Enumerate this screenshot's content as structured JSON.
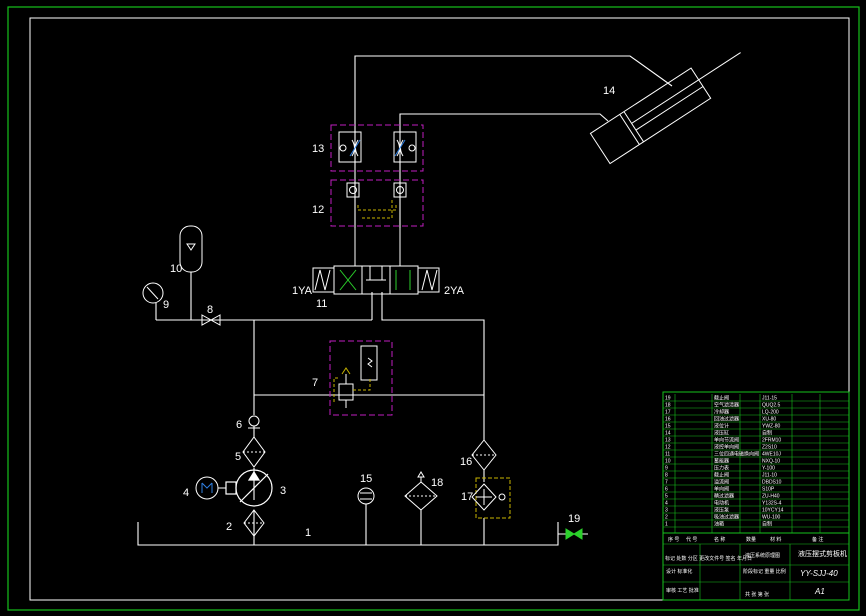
{
  "colors": {
    "background": "#000000",
    "frame": "#16c21c",
    "line": "#ffffff",
    "magenta": "#c01ec0",
    "yellow": "#c8b400",
    "green": "#2bd12b",
    "blue": "#2f7fe0"
  },
  "labels": {
    "n1": "1",
    "n2": "2",
    "n3": "3",
    "n4": "4",
    "n5": "5",
    "n6": "6",
    "n7": "7",
    "n8": "8",
    "n9": "9",
    "n10": "10",
    "n11": "11",
    "n12": "12",
    "n13": "13",
    "n14": "14",
    "n15": "15",
    "n16": "16",
    "n17": "17",
    "n18": "18",
    "n19": "19",
    "sol1": "1YA",
    "sol2": "2YA"
  },
  "title_block": {
    "drawing_title": "液压摆式剪板机",
    "drawing_number": "YY-SJJ-40",
    "sheet_size": "A1",
    "header_cells": [
      "序 号",
      "代 号",
      "名 称",
      "数量",
      "材 料",
      "备 注"
    ],
    "bom_rows": [
      {
        "no": "19",
        "name": "截止阀",
        "model": "J11-15"
      },
      {
        "no": "18",
        "name": "空气滤清器",
        "model": "QUQ2.5"
      },
      {
        "no": "17",
        "name": "冷却器",
        "model": "LQ-200"
      },
      {
        "no": "16",
        "name": "回油过滤器",
        "model": "XU-80"
      },
      {
        "no": "15",
        "name": "液位计",
        "model": "YWZ-80"
      },
      {
        "no": "14",
        "name": "液压缸",
        "model": "自制"
      },
      {
        "no": "13",
        "name": "单向节流阀",
        "model": "2FRM10"
      },
      {
        "no": "12",
        "name": "液控单向阀",
        "model": "Z2S10"
      },
      {
        "no": "11",
        "name": "三位四通电磁换向阀",
        "model": "4WE10J"
      },
      {
        "no": "10",
        "name": "蓄能器",
        "model": "NXQ-10"
      },
      {
        "no": "9",
        "name": "压力表",
        "model": "Y-100"
      },
      {
        "no": "8",
        "name": "截止阀",
        "model": "J11-10"
      },
      {
        "no": "7",
        "name": "溢流阀",
        "model": "DBDS10"
      },
      {
        "no": "6",
        "name": "单向阀",
        "model": "S10P"
      },
      {
        "no": "5",
        "name": "精过滤器",
        "model": "ZU-H40"
      },
      {
        "no": "4",
        "name": "电动机",
        "model": "Y132S-4"
      },
      {
        "no": "3",
        "name": "液压泵",
        "model": "10YCY14"
      },
      {
        "no": "2",
        "name": "吸油过滤器",
        "model": "WU-100"
      },
      {
        "no": "1",
        "name": "油箱",
        "model": "自制"
      }
    ],
    "small_notes": [
      "液压系统原理图",
      "标记 处数 分区 更改文件号 签名 年月日",
      "设计 标准化",
      "审核 工艺 批准",
      "阶段标记 重量 比例",
      "共 张 第 张"
    ]
  }
}
